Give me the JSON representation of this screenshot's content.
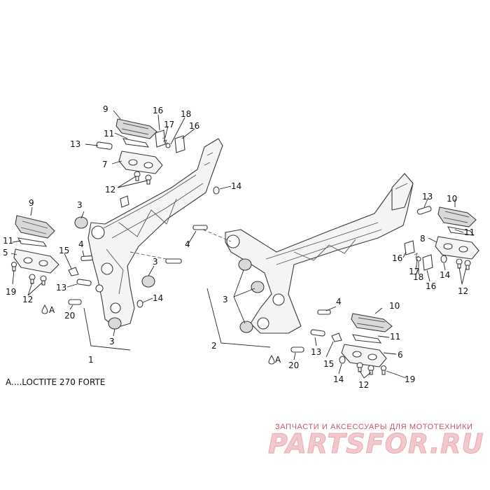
{
  "callouts": {
    "c1": "1",
    "c2": "2",
    "c3a": "3",
    "c3b": "3",
    "c3c": "3",
    "c3d": "3",
    "c4a": "4",
    "c4b": "4",
    "c4c": "4",
    "c5": "5",
    "c6": "6",
    "c7": "7",
    "c8": "8",
    "c9a": "9",
    "c9b": "9",
    "c10a": "10",
    "c10b": "10",
    "c11a": "11",
    "c11b": "11",
    "c11c": "11",
    "c11d": "11",
    "c12a": "12",
    "c12b": "12",
    "c12c": "12",
    "c12d": "12",
    "c13a": "13",
    "c13b": "13",
    "c13c": "13",
    "c13d": "13",
    "c14a": "14",
    "c14b": "14",
    "c14c": "14",
    "c14d": "14",
    "c15a": "15",
    "c15b": "15",
    "c16a": "16",
    "c16b": "16",
    "c16c": "16",
    "c16d": "16",
    "c17a": "17",
    "c17b": "17",
    "c18a": "18",
    "c18b": "18",
    "c19a": "19",
    "c19b": "19",
    "c20a": "20",
    "c20b": "20",
    "markA1": "A",
    "markA2": "A"
  },
  "note": "A....LOCTITE 270 FORTE",
  "watermark": {
    "tagline": "ЗАПЧАСТИ И АКСЕССУАРЫ ДЛЯ МОТОТЕХНИКИ",
    "logo": "PARTSFOR.RU",
    "color": "#e7a9b1"
  }
}
